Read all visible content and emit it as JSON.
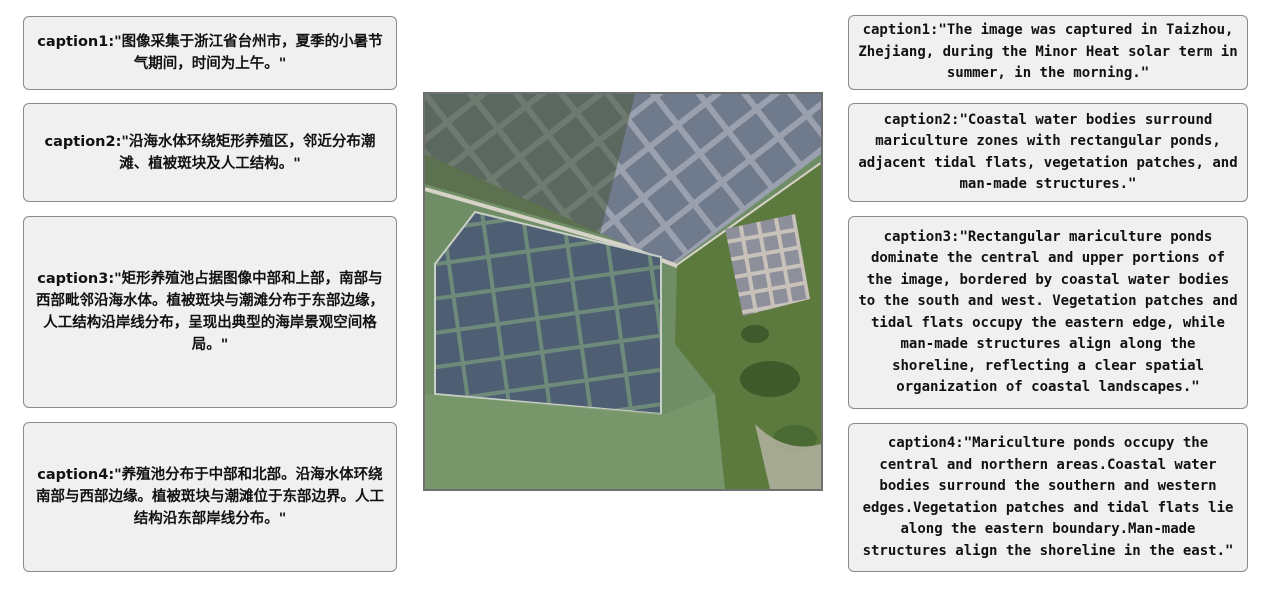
{
  "zh": [
    "caption1:\"图像采集于浙江省台州市，夏季的小暑节气期间，时间为上午。\"",
    "caption2:\"沿海水体环绕矩形养殖区，邻近分布潮滩、植被斑块及人工结构。\"",
    "caption3:\"矩形养殖池占据图像中部和上部，南部与西部毗邻沿海水体。植被斑块与潮滩分布于东部边缘，人工结构沿岸线分布，呈现出典型的海岸景观空间格局。\"",
    "caption4:\"养殖池分布于中部和北部。沿海水体环绕南部与西部边缘。植被斑块与潮滩位于东部边界。人工结构沿东部岸线分布。\""
  ],
  "en": [
    "caption1:\"The image was captured in Taizhou, Zhejiang, during the Minor Heat solar term in summer, in the morning.\"",
    "caption2:\"Coastal water bodies surround mariculture zones with rectangular ponds, adjacent tidal flats, vegetation patches, and man-made structures.\"",
    "caption3:\"Rectangular mariculture ponds dominate the central and upper portions of the image, bordered by coastal water bodies to the south and west. Vegetation patches and tidal flats occupy the eastern edge, while man-made structures align along the shoreline, reflecting a clear spatial organization of coastal landscapes.\"",
    "caption4:\"Mariculture ponds occupy the central and northern areas.Coastal water bodies surround the southern and western edges.Vegetation patches and tidal flats lie along the eastern boundary.Man-made structures align the shoreline in the east.\""
  ]
}
